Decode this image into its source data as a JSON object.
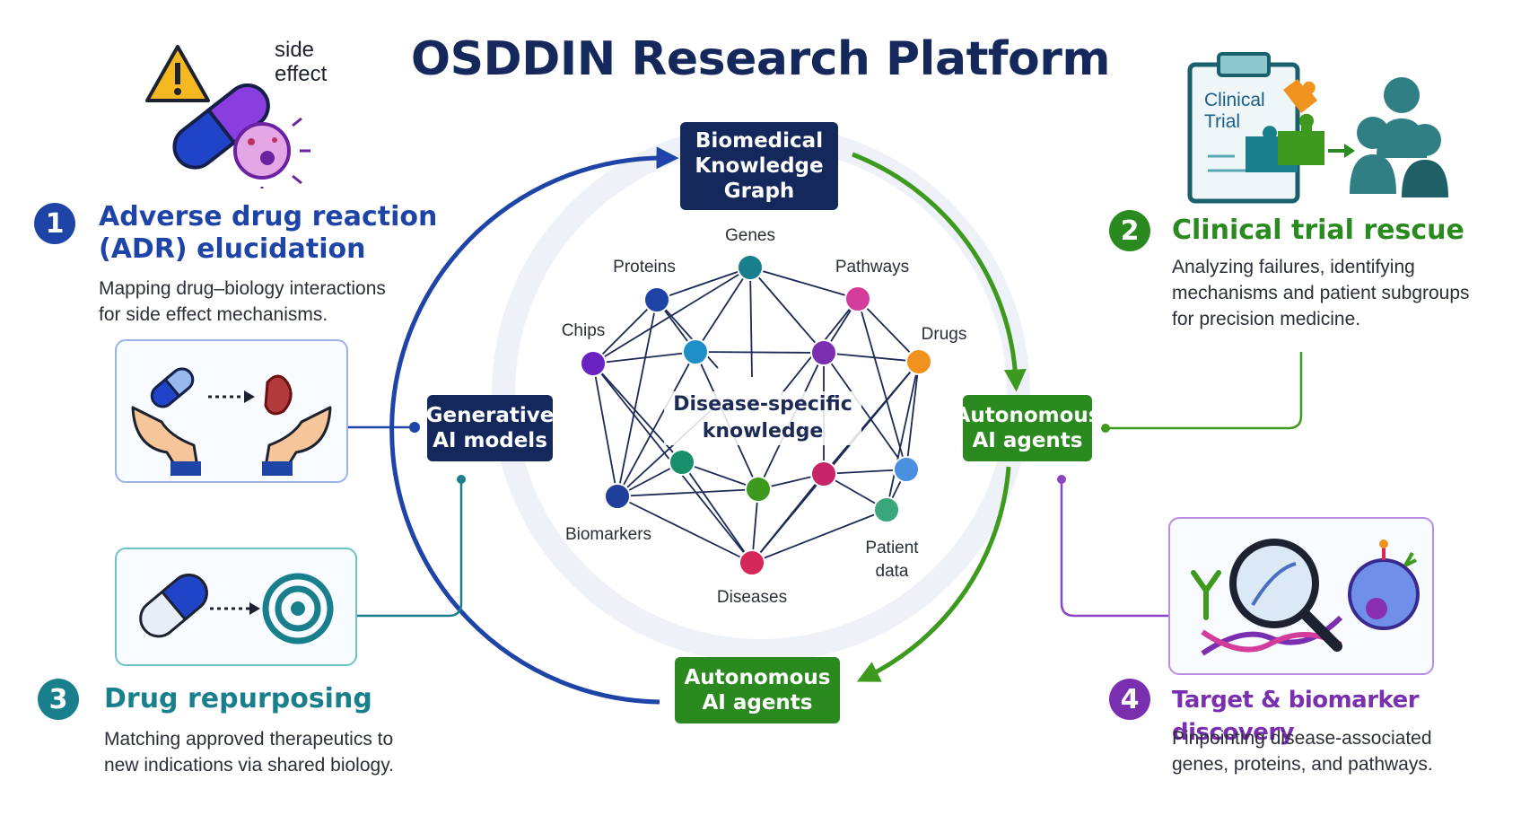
{
  "title": "OSDDIN Research Platform",
  "center": {
    "top_box": [
      "Biomedical",
      "Knowledge",
      "Graph"
    ],
    "left_box": [
      "Generative",
      "AI models"
    ],
    "right_box": [
      "Autonomous",
      "AI agents"
    ],
    "bottom_box": [
      "Autonomous",
      "AI agents"
    ],
    "core_label": [
      "Disease-specific",
      "knowledge"
    ],
    "nodes": {
      "genes": "Genes",
      "proteins": "Proteins",
      "pathways": "Pathways",
      "chips": "Chips",
      "drugs": "Drugs",
      "biomarkers": "Biomarkers",
      "patient_data": [
        "Patient",
        "data"
      ],
      "diseases": "Diseases"
    }
  },
  "sections": {
    "adr": {
      "number": "1",
      "heading": [
        "Adverse drug reaction",
        "(ADR) elucidation"
      ],
      "description": [
        "Mapping drug–biology interactions",
        "for side effect mechanisms."
      ],
      "icon_label": [
        "side",
        "effect"
      ]
    },
    "clinical": {
      "number": "2",
      "heading": "Clinical trial rescue",
      "description": [
        "Analyzing failures, identifying",
        "mechanisms and patient subgroups",
        "for precision medicine."
      ],
      "clipboard_label": [
        "Clinical",
        "Trial"
      ]
    },
    "repurposing": {
      "number": "3",
      "heading": "Drug repurposing",
      "description": [
        "Matching approved therapeutics to",
        "new indications via shared biology."
      ]
    },
    "target": {
      "number": "4",
      "heading": "Target & biomarker discovery",
      "description": [
        "Pinpointing disease-associated",
        "genes, proteins, and pathways."
      ]
    }
  },
  "colors": {
    "navy": "#14285c",
    "blue": "#1f44a8",
    "green": "#2b8a1f",
    "teal": "#1a7f8c",
    "purple": "#7a2fb0",
    "magenta": "#d43c9c",
    "orange": "#f0931e",
    "crimson": "#d6275a"
  }
}
